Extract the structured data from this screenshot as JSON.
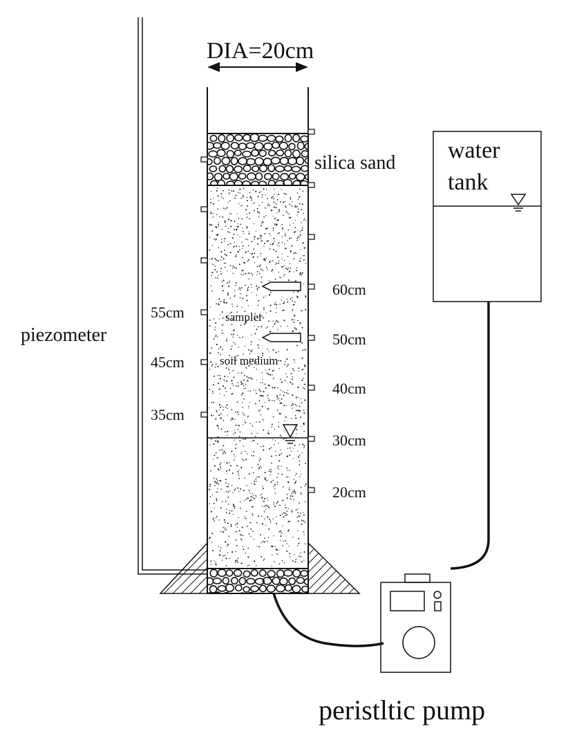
{
  "labels": {
    "diameter": "DIA=20cm",
    "silica_sand": "silica sand",
    "water_tank_line1": "water",
    "water_tank_line2": "tank",
    "piezometer": "piezometer",
    "sampler": "sampler",
    "soil_medium": "soil medium",
    "pump": "peristltic pump"
  },
  "ports_right": [
    "60cm",
    "50cm",
    "40cm",
    "30cm",
    "20cm"
  ],
  "ports_left": [
    "55cm",
    "45cm",
    "35cm"
  ],
  "colors": {
    "line": "#111111",
    "background": "#ffffff"
  }
}
